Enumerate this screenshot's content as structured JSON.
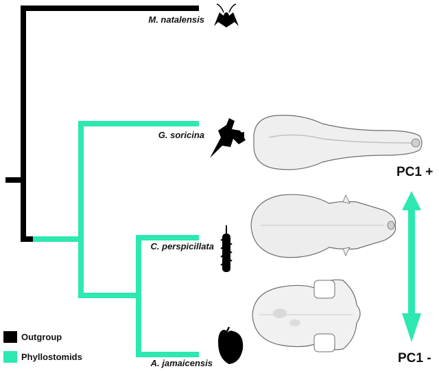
{
  "colors": {
    "outgroup": "#000000",
    "phyllostomids": "#2de8b0",
    "skull_fill": "#efefef",
    "skull_edge": "#6b6b6b"
  },
  "taxa": [
    {
      "id": "m-natalensis",
      "label": "M. natalensis",
      "diet_icon": "moth-icon"
    },
    {
      "id": "g-soricina",
      "label": "G. soricina",
      "diet_icon": "flower-icon"
    },
    {
      "id": "c-perspicillata",
      "label": "C. perspicillata",
      "diet_icon": "piper-fruit-icon"
    },
    {
      "id": "a-jamaicensis",
      "label": "A. jamaicensis",
      "diet_icon": "fig-icon"
    }
  ],
  "axis": {
    "top_label": "PC1 +",
    "bottom_label": "PC1 -"
  },
  "legend": [
    {
      "label": "Outgroup",
      "color": "#000000"
    },
    {
      "label": "Phyllostomids",
      "color": "#2de8b0"
    }
  ]
}
